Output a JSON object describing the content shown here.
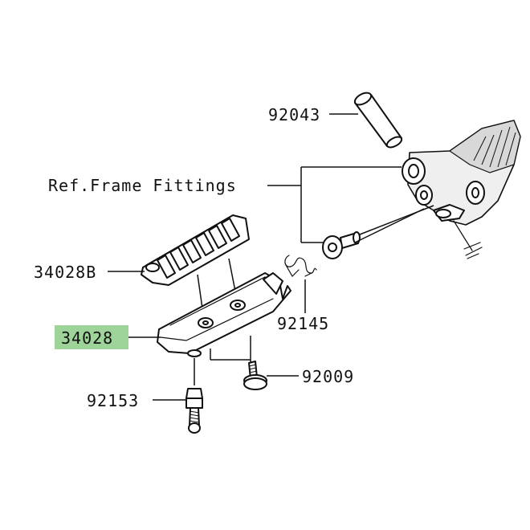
{
  "diagram": {
    "highlight_color": "#9ed39a",
    "labels": {
      "p92043": "92043",
      "ref_frame_fittings": "Ref.Frame Fittings",
      "p34028B": "34028B",
      "p34028": "34028",
      "p92145": "92145",
      "p92009": "92009",
      "p92153": "92153"
    }
  }
}
